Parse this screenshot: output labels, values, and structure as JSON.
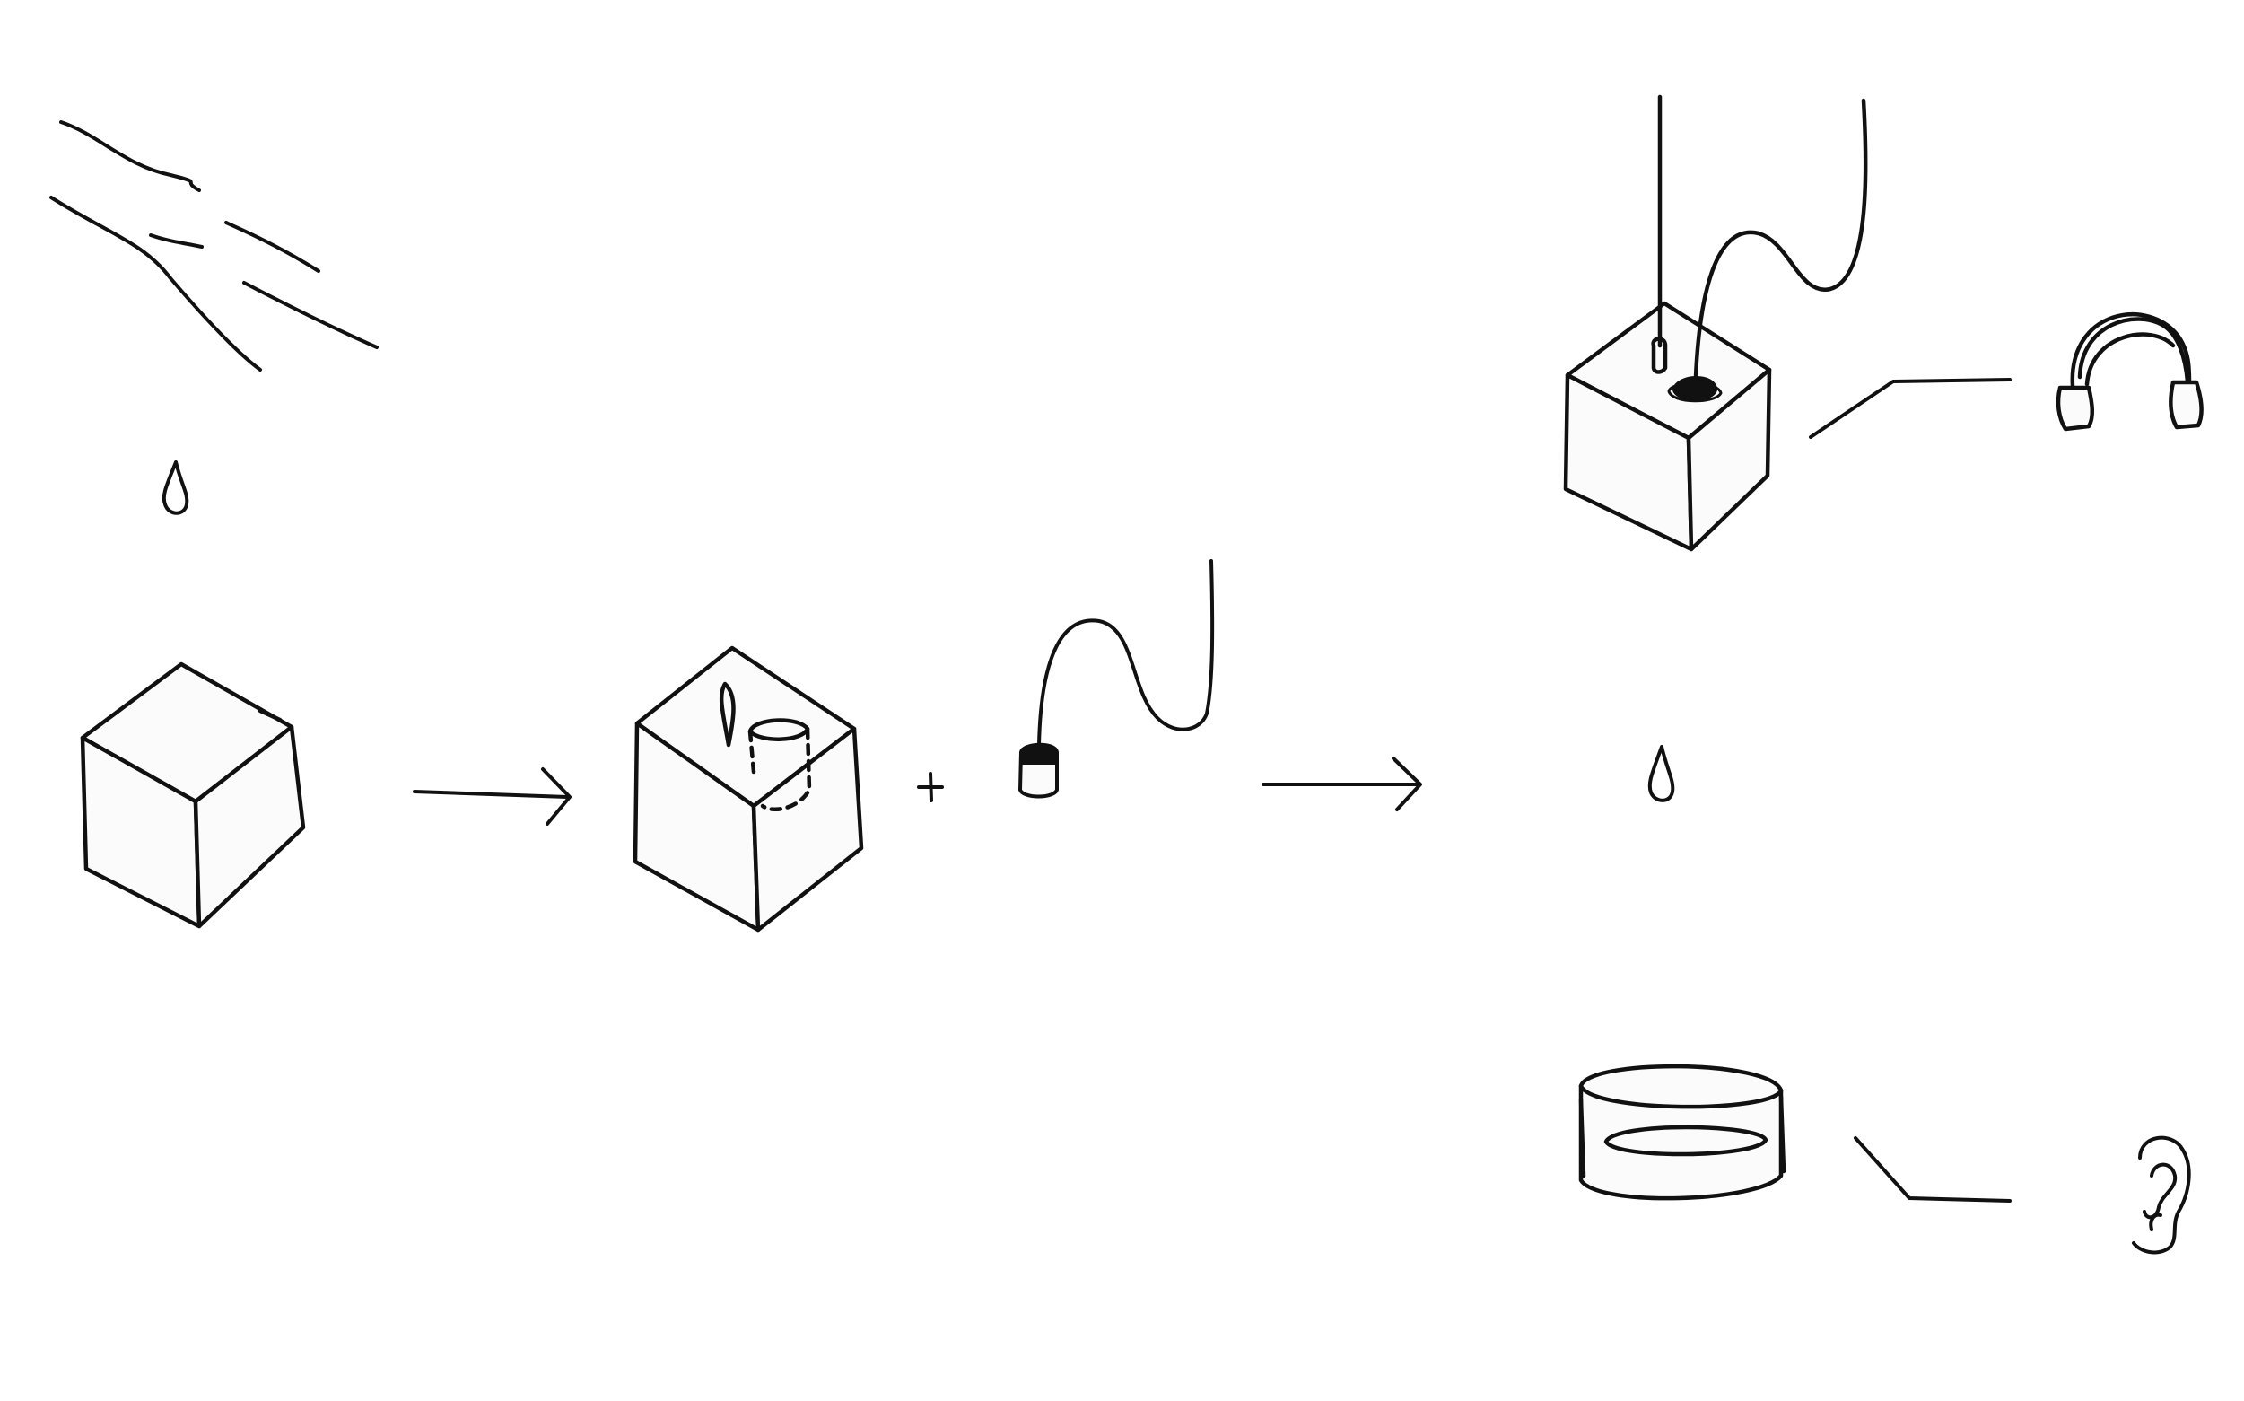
{
  "sketch": {
    "ink_color": "#111111",
    "face_color": "#fbfbfb",
    "background": "#ffffff"
  },
  "elements": [
    "ice-sheet-lines",
    "water-drop-icon",
    "cube",
    "arrow-icon",
    "cube-with-hole",
    "plus-sign",
    "hydrophone-with-cable",
    "arrow-icon",
    "cube-with-hydrophone",
    "connector-line",
    "headphones-icon",
    "water-drop-icon",
    "ice-ring",
    "connector-line",
    "ear-icon"
  ]
}
